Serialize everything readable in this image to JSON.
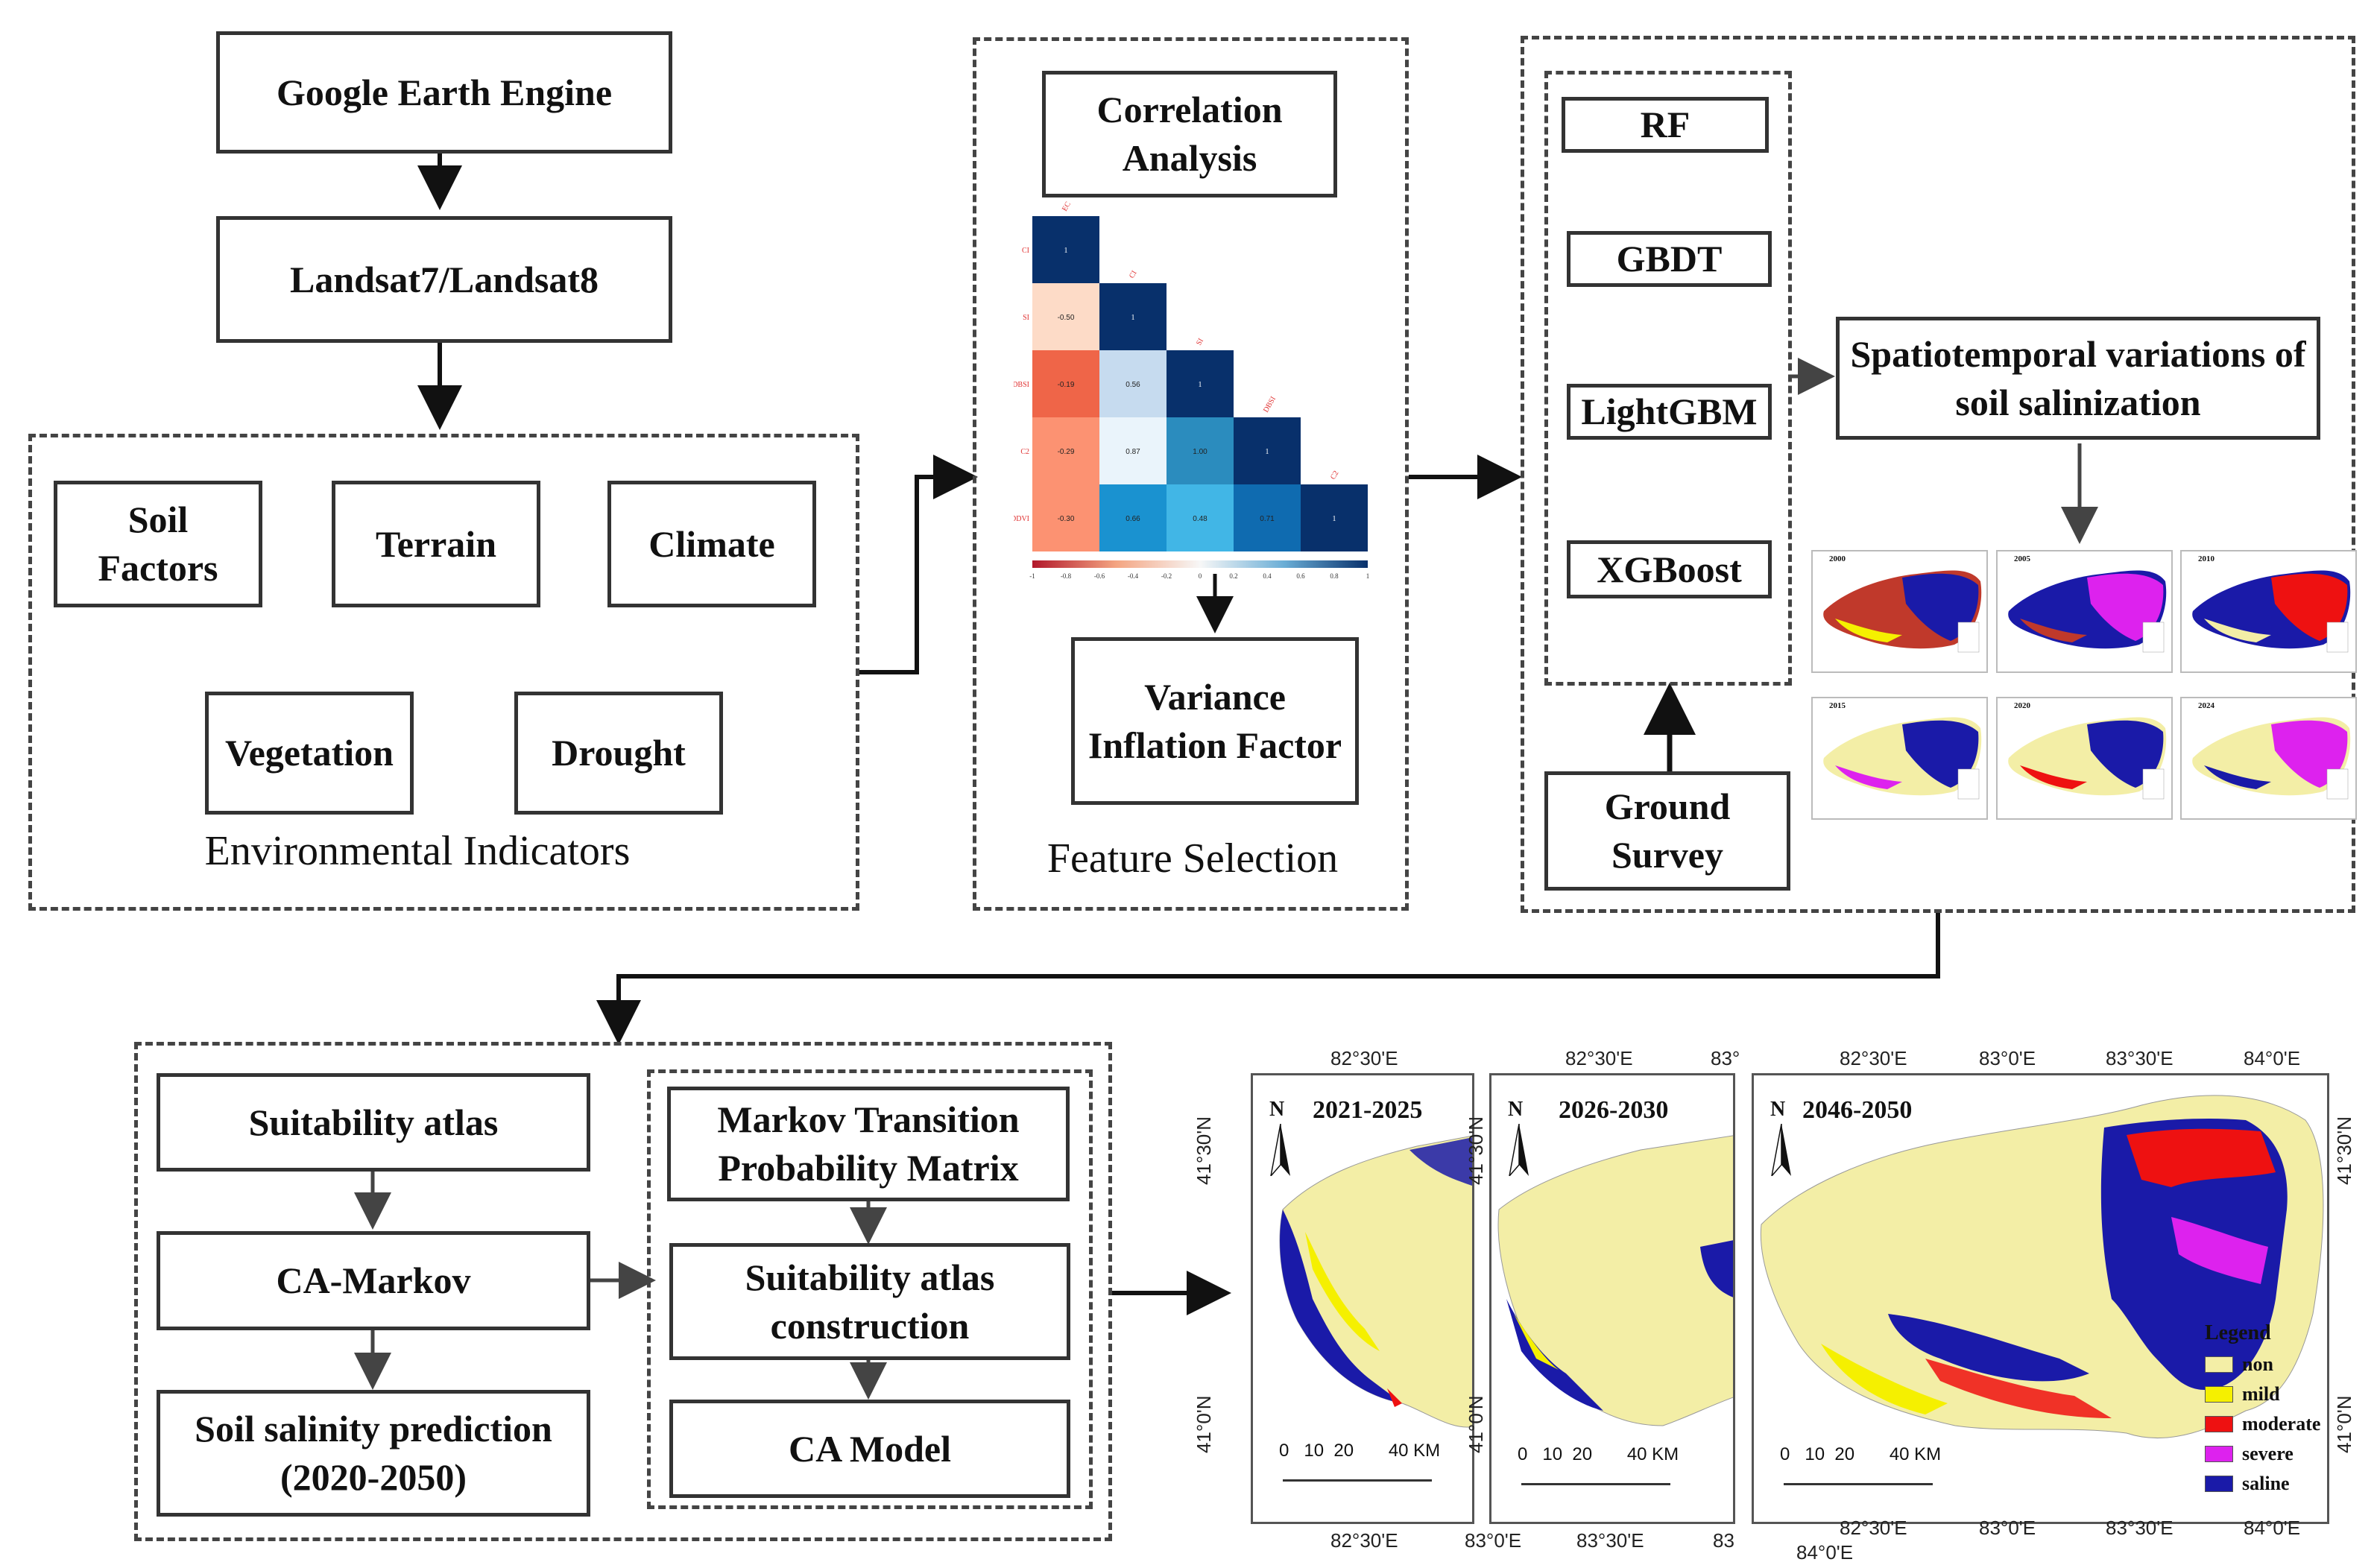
{
  "top_flow": {
    "gee": "Google Earth Engine",
    "landsat": "Landsat7/Landsat8"
  },
  "env": {
    "items": [
      "Soil Factors",
      "Terrain",
      "Climate",
      "Vegetation",
      "Drought"
    ],
    "caption": "Environmental Indicators"
  },
  "feature": {
    "correlation": "Correlation Analysis",
    "vif": "Variance Inflation Factor",
    "caption": "Feature Selection",
    "matrix_labels": [
      "EC",
      "CI",
      "SI",
      "DBSI",
      "C2",
      "DDVI"
    ],
    "matrix_values": [
      "-0.50",
      "-0.19",
      "0.56",
      "-0.29",
      "0.87",
      "1.00",
      "-0.30",
      "0.66",
      "0.48",
      "0.71"
    ],
    "colorbar_ticks": [
      "-1",
      "-0.8",
      "-0.6",
      "-0.4",
      "-0.2",
      "0",
      "0.2",
      "0.4",
      "0.6",
      "0.8",
      "1"
    ]
  },
  "models": {
    "items": [
      "RF",
      "GBDT",
      "LightGBM",
      "XGBoost"
    ],
    "ground": "Ground Survey",
    "spatio": "Spatiotemporal variations of soil salinization",
    "thumb_years": [
      "2000",
      "2005",
      "2010",
      "2015",
      "2020",
      "2024"
    ]
  },
  "prediction": {
    "suitability": "Suitability atlas",
    "camarkov": "CA-Markov",
    "soil_pred": "Soil salinity prediction (2020-2050)",
    "markov": "Markov Transition Probability Matrix",
    "suit_construct": "Suitability atlas construction",
    "ca_model": "CA Model"
  },
  "maps": {
    "north": "N",
    "panels": [
      {
        "period": "2021-2025",
        "top_ticks": [
          "82°30'E"
        ],
        "bottom_ticks": [
          "82°30'E"
        ],
        "left_ticks": [
          "41°30'N",
          "41°0'N"
        ],
        "scale_labels": [
          "0",
          "10",
          "20",
          "40 KM"
        ]
      },
      {
        "period": "2026-2030",
        "top_ticks": [
          "82°30'E",
          "83°"
        ],
        "bottom_ticks": [
          "83°0'E",
          "83°30'E"
        ],
        "left_ticks": [
          "41°30'N",
          "41°0'N"
        ],
        "scale_labels": [
          "0",
          "10",
          "20",
          "40 KM"
        ]
      },
      {
        "period": "2046-2050",
        "top_ticks": [
          "82°30'E",
          "83°0'E",
          "83°30'E",
          "84°0'E"
        ],
        "bottom_ticks": [
          "82°30'E",
          "83°0'E",
          "83°30'E",
          "84°0'E"
        ],
        "right_ticks": [
          "41°30'N",
          "41°0'N"
        ],
        "scale_labels": [
          "0",
          "10",
          "20",
          "40 KM"
        ],
        "extra_bottom": [
          "84°0'E",
          "83"
        ]
      }
    ],
    "legend_title": "Legend",
    "legend": [
      {
        "label": "non",
        "color": "#f3eea6"
      },
      {
        "label": "mild",
        "color": "#f5f000"
      },
      {
        "label": "moderate",
        "color": "#ee1111"
      },
      {
        "label": "severe",
        "color": "#dd22ee"
      },
      {
        "label": "saline",
        "color": "#1a1aa8"
      }
    ]
  }
}
